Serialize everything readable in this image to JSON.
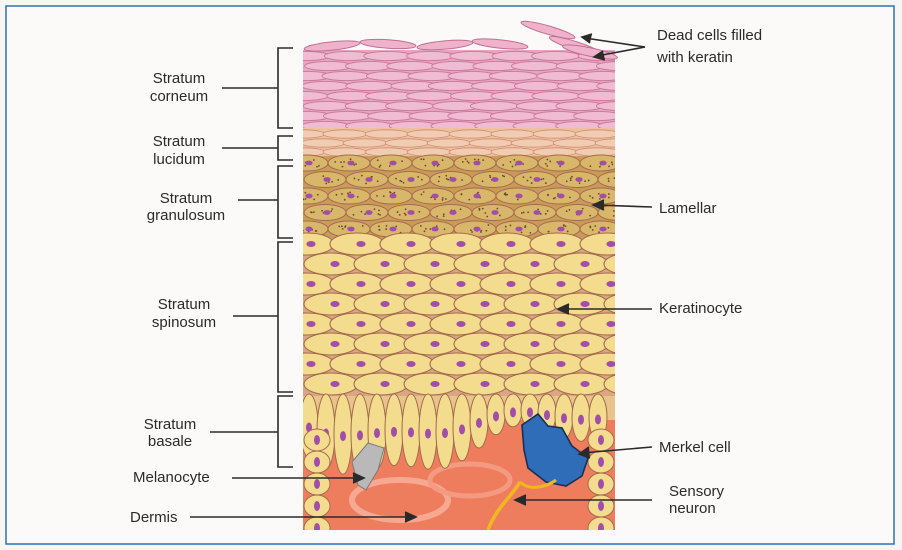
{
  "layer_labels": {
    "corneum": [
      "Stratum",
      "corneum"
    ],
    "lucidum": [
      "Stratum",
      "lucidum"
    ],
    "granulosum": [
      "Stratum",
      "granulosum"
    ],
    "spinosum": [
      "Stratum",
      "spinosum"
    ],
    "basale": [
      "Stratum",
      "basale"
    ]
  },
  "left_labels": {
    "melanocyte": "Melanocyte",
    "dermis": "Dermis"
  },
  "right_labels": {
    "dead_cells": [
      "Dead cells filled",
      "with keratin"
    ],
    "lamellar": "Lamellar",
    "keratinocyte": "Keratinocyte",
    "merkel": "Merkel cell",
    "sensory": [
      "Sensory",
      "neuron"
    ]
  },
  "colors": {
    "frame": "#2f6fb5",
    "corneum": "#e7a6c0",
    "lucidum": "#eec0a0",
    "granulosum": "#d9b76a",
    "keratinocyte": "#f3dc8e",
    "cell_outline": "#a36b4d",
    "nucleus": "#a04ea7",
    "dermis": "#ee7d5e",
    "merkel": "#2f6db8",
    "melanocyte": "#b9b9b9",
    "neuron": "#f0b81f"
  }
}
